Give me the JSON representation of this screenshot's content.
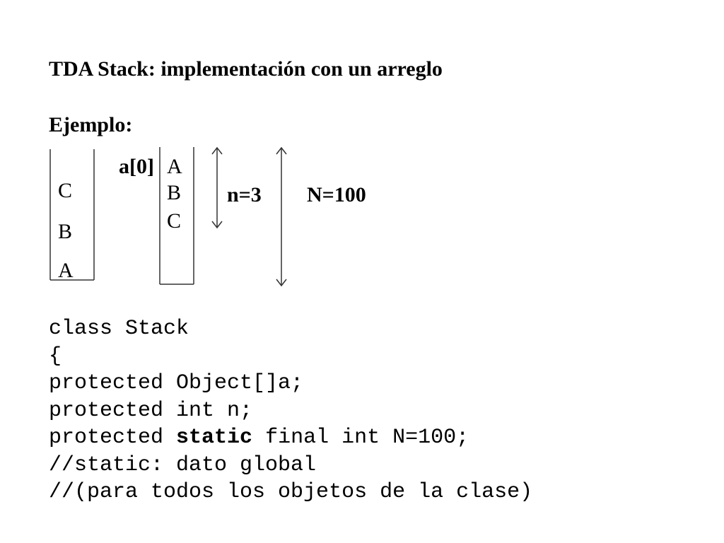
{
  "slide": {
    "title": "TDA Stack: implementación  con un arreglo",
    "subtitle": "Ejemplo:"
  },
  "diagram": {
    "stack_items": [
      "C",
      "B",
      "A"
    ],
    "array_label": "a[0]",
    "array_items": [
      "A",
      "B",
      "C"
    ],
    "n_label": "n=3",
    "N_label": "N=100"
  },
  "code": {
    "line1": "class Stack",
    "line2": "{",
    "line3": "protected Object[]a;",
    "line4": "protected int n;",
    "line5_pre": "protected ",
    "line5_bold": "static",
    "line5_post": " final int N=100;",
    "line6": "//static: dato global",
    "line7": "//(para todos los objetos de la clase)"
  }
}
